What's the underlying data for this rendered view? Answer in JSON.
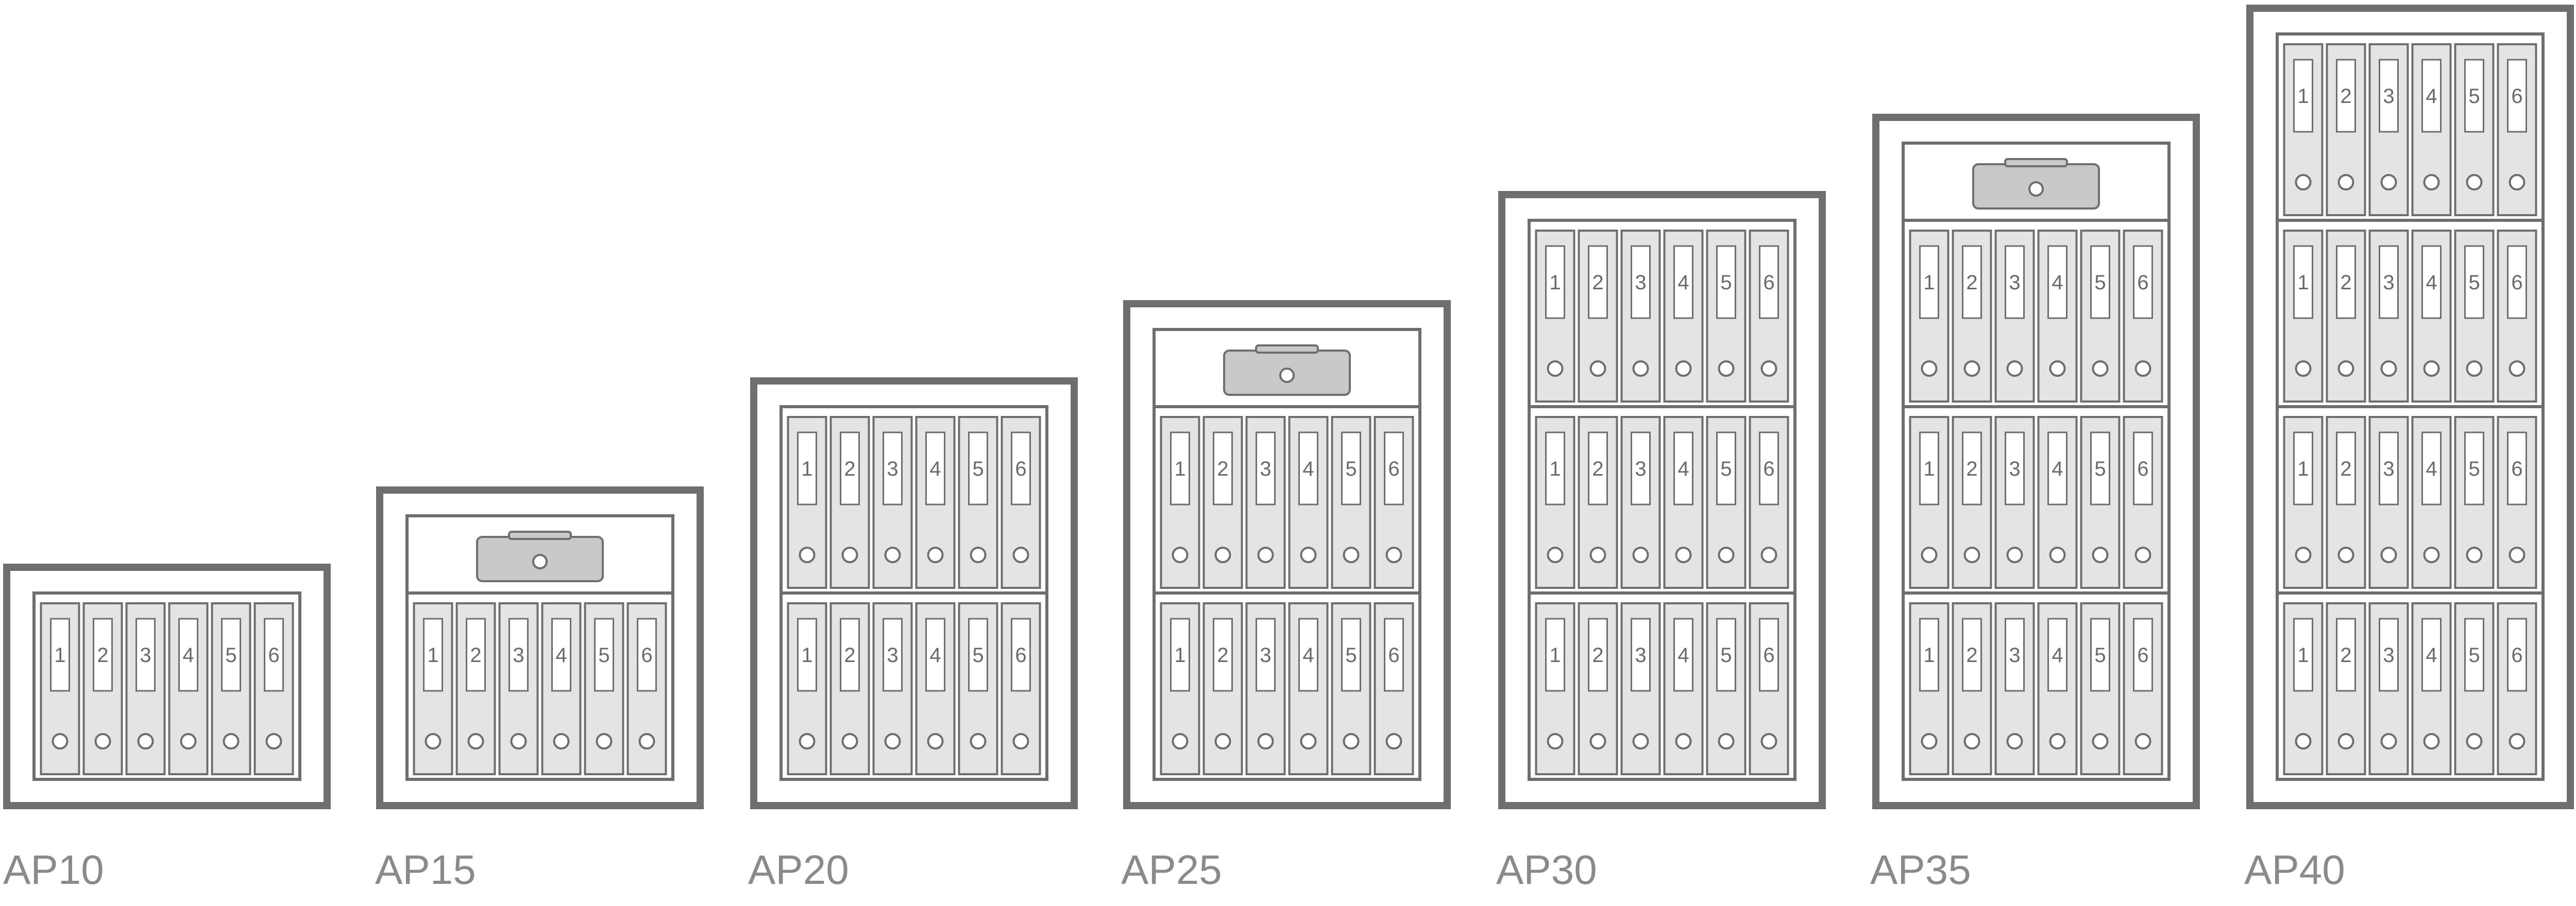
{
  "binder_numbers": [
    "1",
    "2",
    "3",
    "4",
    "5",
    "6"
  ],
  "colors": {
    "safe_border": "#6e6e6e",
    "inner_border": "#6e6e6e",
    "binder_fill": "#e4e4e4",
    "binder_stroke": "#6e6e6e",
    "label_fill": "#ffffff",
    "cashbox_fill": "#c8c8c8",
    "label_text": "#8a8a8a",
    "background": "#ffffff"
  },
  "safes": [
    {
      "model": "AP10",
      "shelves": 1,
      "cash_box": false
    },
    {
      "model": "AP15",
      "shelves": 1,
      "cash_box": true
    },
    {
      "model": "AP20",
      "shelves": 2,
      "cash_box": false
    },
    {
      "model": "AP25",
      "shelves": 2,
      "cash_box": true
    },
    {
      "model": "AP30",
      "shelves": 3,
      "cash_box": false
    },
    {
      "model": "AP35",
      "shelves": 3,
      "cash_box": true
    },
    {
      "model": "AP40",
      "shelves": 4,
      "cash_box": false
    }
  ]
}
